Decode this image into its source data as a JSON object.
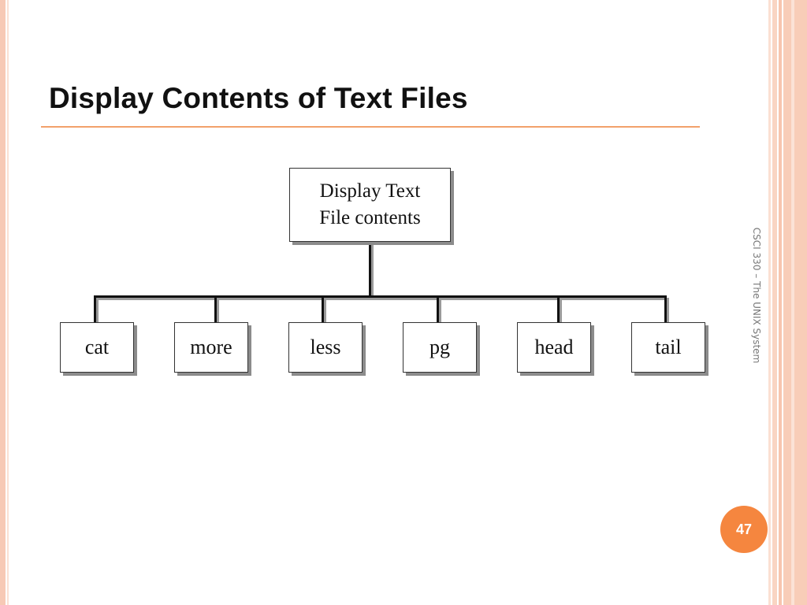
{
  "slide": {
    "title": "Display Contents of Text Files",
    "side_label": "CSCI 330 – The UNIX System",
    "page_number": "47"
  },
  "diagram": {
    "root": {
      "line1": "Display Text",
      "line2": "File contents"
    },
    "children": [
      "cat",
      "more",
      "less",
      "pg",
      "head",
      "tail"
    ]
  },
  "colors": {
    "accent": "#f5863f",
    "rule": "#f2a16b",
    "border": "#f8cdb8"
  }
}
